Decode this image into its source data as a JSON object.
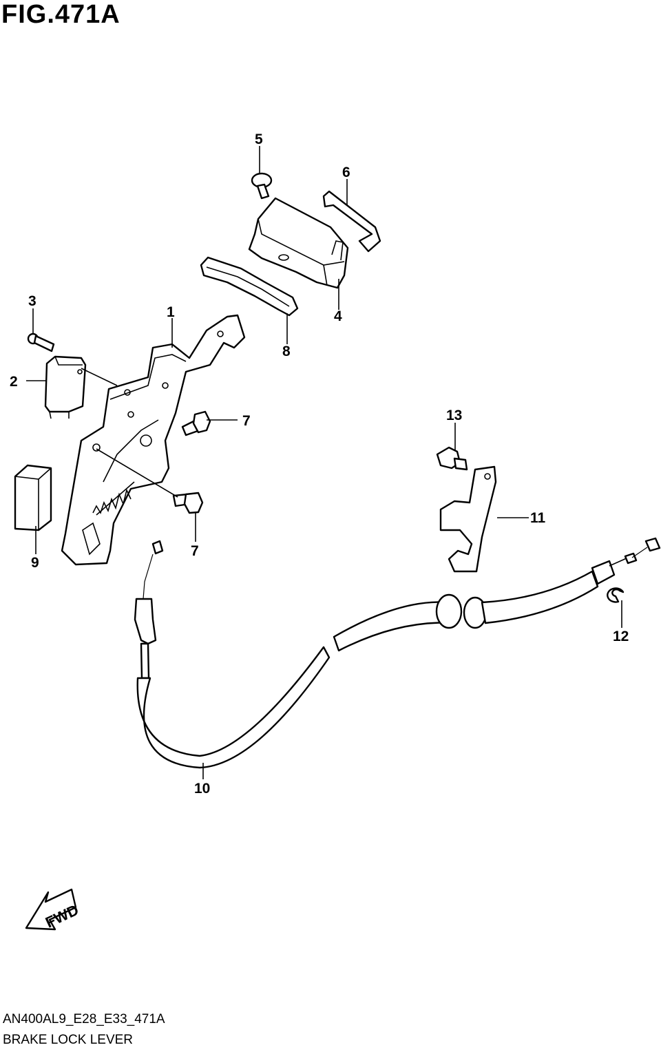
{
  "figure": {
    "title": "FIG.471A",
    "model_code": "AN400AL9_E28_E33_471A",
    "name": "BRAKE LOCK LEVER",
    "fwd_label": "FWD"
  },
  "callouts": [
    {
      "id": "c1",
      "label": "1"
    },
    {
      "id": "c2",
      "label": "2"
    },
    {
      "id": "c3",
      "label": "3"
    },
    {
      "id": "c4",
      "label": "4"
    },
    {
      "id": "c5",
      "label": "5"
    },
    {
      "id": "c6",
      "label": "6"
    },
    {
      "id": "c7a",
      "label": "7"
    },
    {
      "id": "c7b",
      "label": "7"
    },
    {
      "id": "c8",
      "label": "8"
    },
    {
      "id": "c9",
      "label": "9"
    },
    {
      "id": "c10",
      "label": "10"
    },
    {
      "id": "c11",
      "label": "11"
    },
    {
      "id": "c12",
      "label": "12"
    },
    {
      "id": "c13",
      "label": "13"
    }
  ]
}
